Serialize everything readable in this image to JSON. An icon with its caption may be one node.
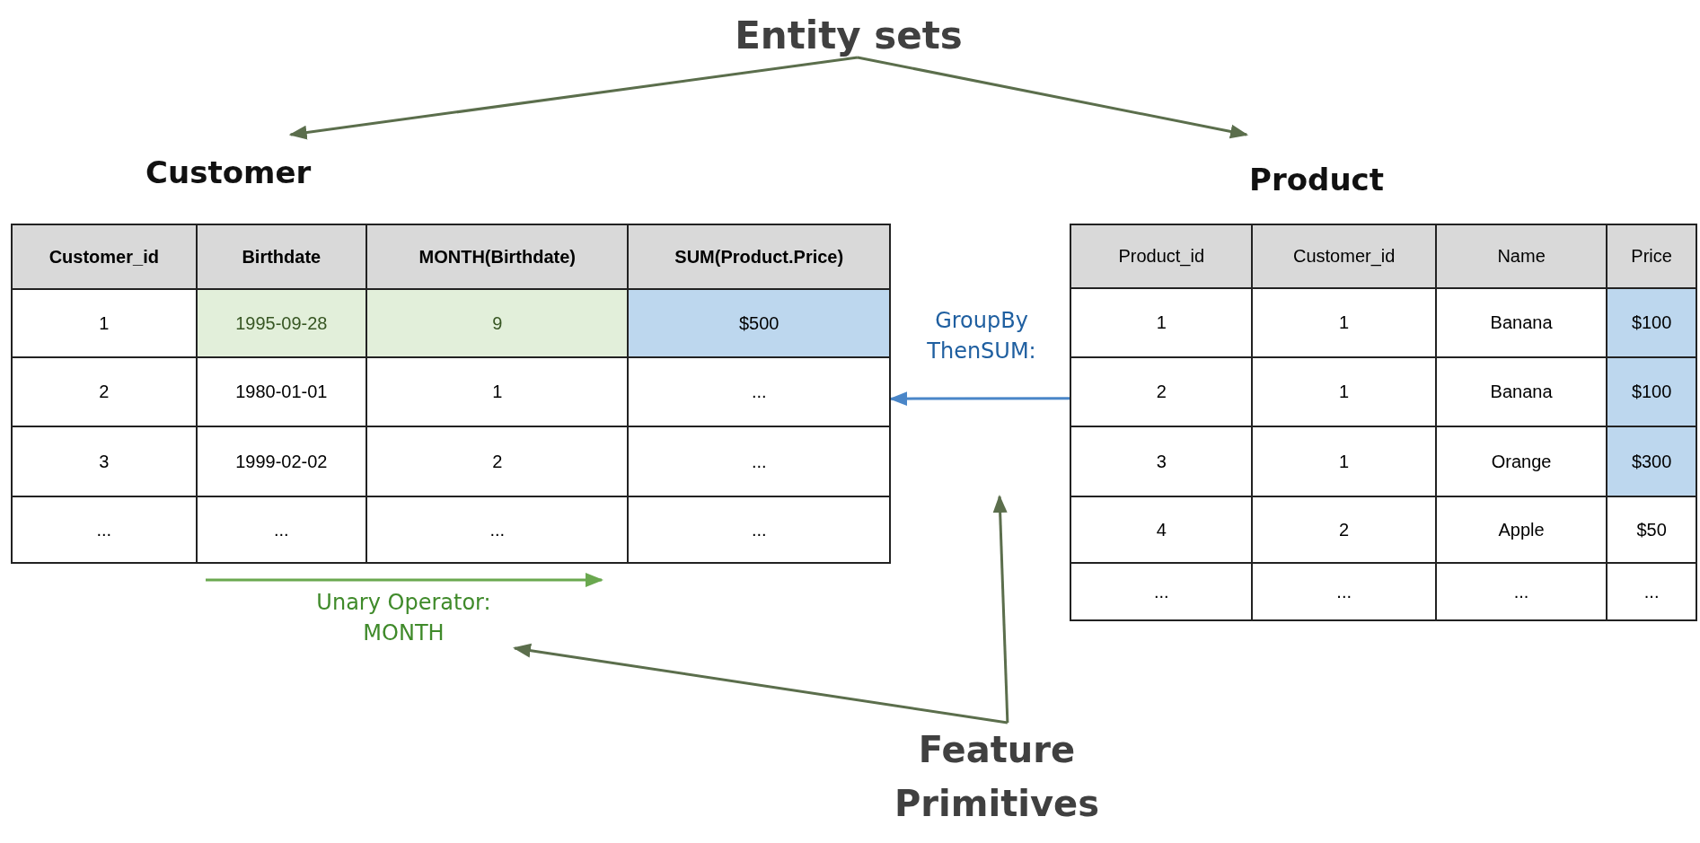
{
  "diagram": {
    "nodes": [
      {
        "text": [
          "Entity sets"
        ]
      },
      {
        "text": [
          "Customer"
        ]
      },
      {
        "text": [
          "Product"
        ]
      },
      {
        "text": [
          "Unary Operator: MONTH"
        ]
      },
      {
        "text": [
          "Feature Primitives"
        ]
      }
    ],
    "edges": [
      {
        "from": 0,
        "to": 1,
        "arrow": "to"
      },
      {
        "from": 0,
        "to": 2,
        "arrow": "to"
      },
      {
        "from": 2,
        "to": 1,
        "arrow": "to",
        "label": "GroupBy ThenSUM:",
        "color": "#4a86c8"
      },
      {
        "from": 4,
        "to": 3,
        "arrow": "to"
      },
      {
        "from": 4,
        "to": null,
        "arrow": "to"
      }
    ],
    "labels": [
      "Customer_id",
      "Birthdate",
      "MONTH(Birthdate)",
      "SUM(Product.Price)",
      "1",
      "1995-09-28",
      "9",
      "$500",
      "2",
      "1980-01-01",
      "1",
      "...",
      "3",
      "1999-02-02",
      "2",
      "...",
      "...",
      "...",
      "...",
      "...",
      "Product_id",
      "Customer_id",
      "Name",
      "Price",
      "1",
      "1",
      "Banana",
      "$100",
      "2",
      "1",
      "Banana",
      "$100",
      "3",
      "1",
      "Orange",
      "$300",
      "4",
      "2",
      "Apple",
      "$50",
      "...",
      "...",
      "...",
      "..."
    ]
  }
}
